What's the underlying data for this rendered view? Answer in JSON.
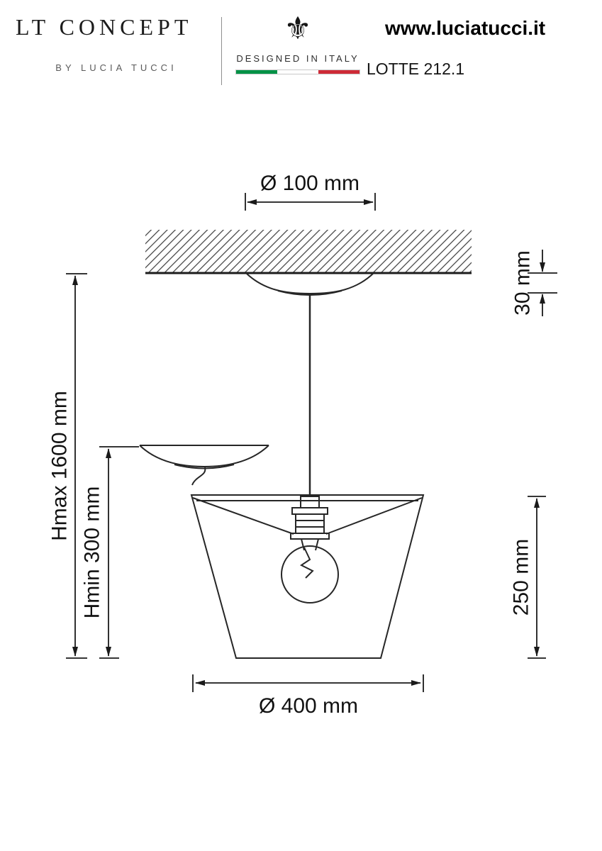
{
  "header": {
    "brand": {
      "title": "LT CONCEPT",
      "subtitle": "BY LUCIA TUCCI"
    },
    "made_in": {
      "icon": "⚜",
      "label": "DESIGNED IN ITALY",
      "flag_green": "#009246",
      "flag_white": "#ffffff",
      "flag_red": "#ce2b37"
    },
    "website": "www.luciatucci.it",
    "model": "LOTTE 212.1"
  },
  "drawing": {
    "line_color": "#1a1a1a",
    "dims": {
      "top_diameter": "Ø 100 mm",
      "canopy_height": "30 mm",
      "h_max": "Hmax 1600 mm",
      "h_min": "Hmin 300 mm",
      "shade_height": "250 mm",
      "shade_diameter": "Ø 400 mm"
    }
  }
}
